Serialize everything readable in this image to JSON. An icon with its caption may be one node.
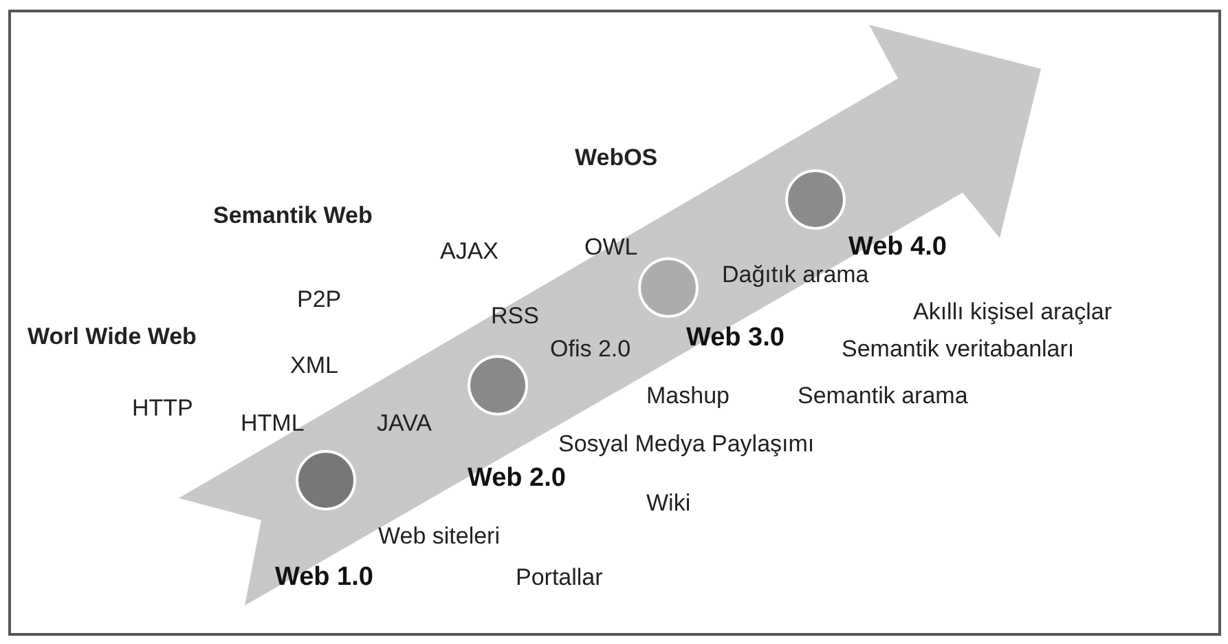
{
  "diagram": {
    "nodes": [
      {
        "text": [],
        "shape": "circle",
        "beside": [
          "Web 1.0"
        ]
      },
      {
        "text": [],
        "shape": "circle",
        "beside": [
          "Web 2.0"
        ]
      },
      {
        "text": [],
        "shape": "circle",
        "beside": [
          "Web 3.0"
        ]
      },
      {
        "text": [],
        "shape": "circle",
        "beside": [
          "Web 4.0"
        ]
      }
    ],
    "labels": [
      "WebOS",
      "Semantik Web",
      "AJAX",
      "OWL",
      "Dağıtık arama",
      "P2P",
      "RSS",
      "Akıllı kişisel araçlar",
      "Worl Wide Web",
      "XML",
      "Ofis 2.0",
      "Semantik veritabanları",
      "HTTP",
      "HTML",
      "JAVA",
      "Mashup",
      "Semantik arama",
      "Sosyal Medya Paylaşımı",
      "Wiki",
      "Web siteleri",
      "Portallar"
    ]
  }
}
